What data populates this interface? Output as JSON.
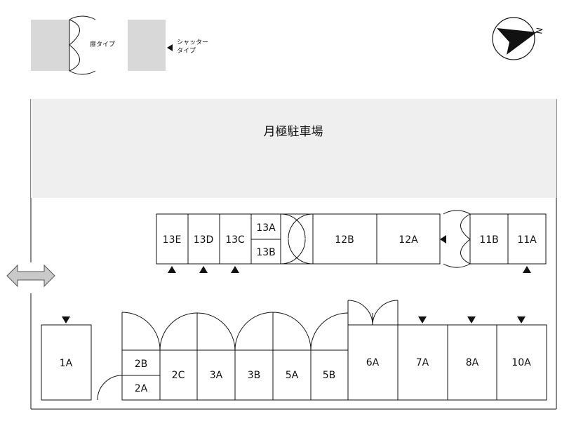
{
  "legend": {
    "door_type_label": "扉タイプ",
    "shutter_type_line1": "シャッター",
    "shutter_type_line2": "タイプ"
  },
  "compass": {
    "north_label": "N"
  },
  "parking": {
    "label": "月極駐車場"
  },
  "units": {
    "u13E": "13E",
    "u13D": "13D",
    "u13C": "13C",
    "u13A": "13A",
    "u13B": "13B",
    "u12B": "12B",
    "u12A": "12A",
    "u11B": "11B",
    "u11A": "11A",
    "u1A": "1A",
    "u2B": "2B",
    "u2A": "2A",
    "u2C": "2C",
    "u3A": "3A",
    "u3B": "3B",
    "u5A": "5A",
    "u5B": "5B",
    "u6A": "6A",
    "u7A": "7A",
    "u8A": "8A",
    "u10A": "10A"
  },
  "colors": {
    "legend_fill": "#d8d8d8",
    "parking_fill": "#efefef",
    "arrow_fill": "#c9c9c9",
    "line": "#111111"
  }
}
